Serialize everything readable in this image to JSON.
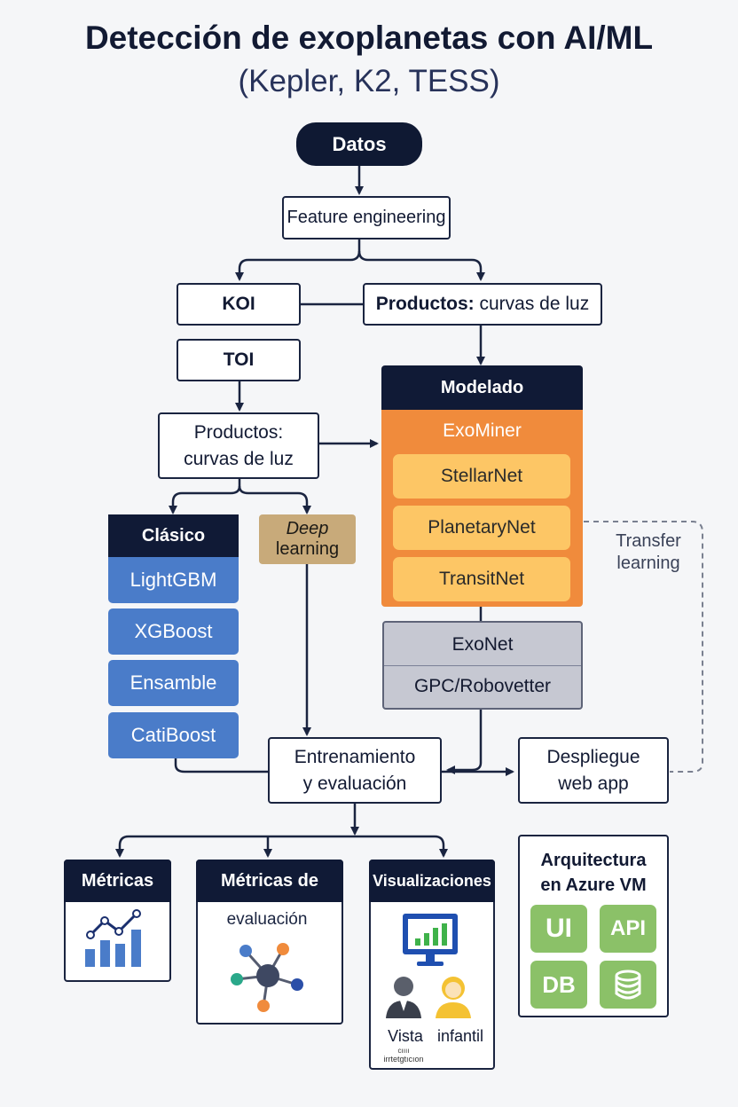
{
  "title": "Detección de exoplanetas con AI/ML",
  "subtitle": "(Kepler, K2, TESS)",
  "nodes": {
    "datos": "Datos",
    "feature_engineering": "Feature engineering",
    "koi": "KOI",
    "toi": "TOI",
    "productos_right_bold": "Productos:",
    "productos_right_rest": "curvas de luz",
    "productos_left_line1": "Productos:",
    "productos_left_line2": "curvas de luz",
    "deep_line1": "Deep",
    "deep_line2": "learning",
    "transfer_line1": "Transfer",
    "transfer_line2": "learning"
  },
  "clasico": {
    "header": "Clásico",
    "items": [
      "LightGBM",
      "XGBoost",
      "Ensamble",
      "CatiBoost"
    ]
  },
  "modelado": {
    "header": "Modelado",
    "exominer": "ExoMiner",
    "items": [
      "StellarNet",
      "PlanetaryNet",
      "TransitNet"
    ],
    "exonet": "ExoNet",
    "gpc": "GPC/Robovetter"
  },
  "entrenamiento": {
    "line1": "Entrenamiento",
    "line2": "y evaluación"
  },
  "despliegue": {
    "line1": "Despliegue",
    "line2": "web app"
  },
  "outputs": {
    "metricas": "Métricas",
    "metricas_eval_header": "Métricas de",
    "metricas_eval_sub": "evaluación",
    "visualizaciones": "Visualizaciones",
    "vista": "Vista",
    "infantil": "infantil",
    "small_1": "cıııı",
    "small_2": "irrtetgtıcıon"
  },
  "azure": {
    "title_line1": "Arquitectura",
    "title_line2": "en Azure VM",
    "ui": "UI",
    "api": "API",
    "db": "DB"
  },
  "colors": {
    "navy": "#101a36",
    "blue": "#4a7cc9",
    "orange": "#f08b3c",
    "yellow": "#fdc665",
    "gray": "#c6c8d2",
    "tan": "#c8aa7a",
    "green": "#8bc168"
  },
  "icons": [
    "bar-chart-icon",
    "network-icon",
    "monitor-chart-icon",
    "person-icon",
    "child-icon",
    "database-icon"
  ]
}
